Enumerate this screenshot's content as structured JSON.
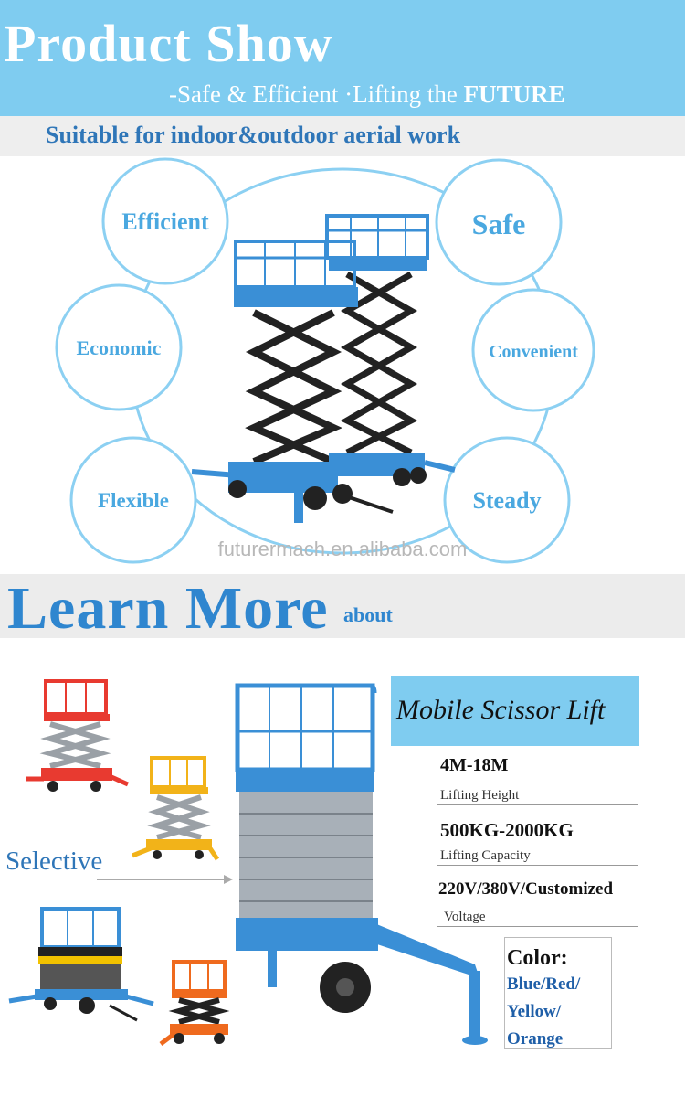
{
  "header": {
    "title": "Product Show",
    "subtitle_prefix": "-Safe & Efficient ·Lifting the ",
    "subtitle_emph": "FUTURE"
  },
  "banner": {
    "text": "Suitable for indoor&outdoor aerial work"
  },
  "features": [
    "Efficient",
    "Safe",
    "Economic",
    "Convenient",
    "Flexible",
    "Steady"
  ],
  "website": "futurermach.en.alibaba.com",
  "learn_more": {
    "title": "Learn More",
    "suffix": "about"
  },
  "selective_label": "Selective",
  "product": {
    "name": "Mobile Scissor Lift",
    "specs": [
      {
        "value": "4M-18M",
        "label": "Lifting Height"
      },
      {
        "value": "500KG-2000KG",
        "label": "Lifting Capacity"
      },
      {
        "value": "220V/380V/Customized",
        "label": "Voltage"
      }
    ],
    "color_title": "Color:",
    "color_options": [
      "Blue/Red/",
      "Yellow/",
      "Orange"
    ]
  },
  "colors": {
    "header_bg": "#7fccf0",
    "accent_blue": "#2f86cf",
    "lift_blue": "#3a8fd6",
    "lift_red": "#e83a30",
    "lift_yellow": "#f2b319",
    "lift_orange": "#ef6a1e"
  }
}
